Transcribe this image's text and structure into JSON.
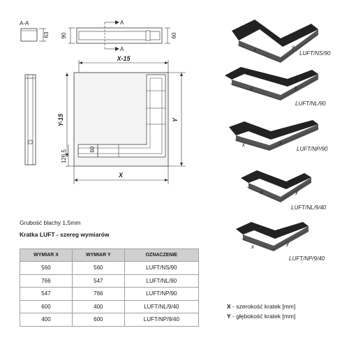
{
  "drawing": {
    "section_label": "A-A",
    "dim_63": "63",
    "dim_90": "90",
    "dim_60_top": "60",
    "section_mark_top": "A",
    "section_mark_bottom": "A",
    "dim_x_minus": "X-15",
    "dim_y_minus": "Y-15",
    "dim_y": "Y",
    "dim_x": "X",
    "dim_60_inner": "60",
    "dim_126": "126,5"
  },
  "products": [
    "LUFT/NS/90",
    "LUFT/NL/90",
    "LUFT/NP/90",
    "LUFT/NL/9/40",
    "LUFT/NP/9/40"
  ],
  "axis_x": "x",
  "axis_y": "y",
  "sheet_thickness": "Grubość blachy 1,5mm",
  "series_title": "Kratka LUFT - szereg wymiarów",
  "table": {
    "headers": [
      "WYMIAR X",
      "WYMIAR Y",
      "OZNACZENIE"
    ],
    "rows": [
      [
        "560",
        "560",
        "LUFT/NS/90"
      ],
      [
        "766",
        "547",
        "LUFT/NL/90"
      ],
      [
        "547",
        "766",
        "LUFT/NP/90"
      ],
      [
        "600",
        "400",
        "LUFT/NL/9/40"
      ],
      [
        "400",
        "600",
        "LUFT/NP/9/40"
      ]
    ]
  },
  "legend": {
    "x_key": "X",
    "x_text": " - szerokość kratek [mm]",
    "y_key": "Y",
    "y_text": " - głębokość kratek [mm]"
  }
}
